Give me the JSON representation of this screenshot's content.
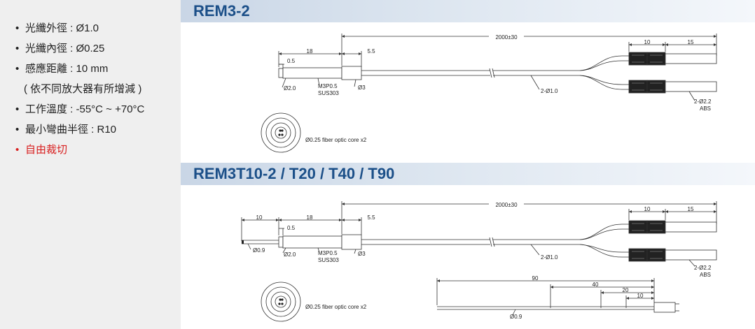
{
  "specs": [
    {
      "bullet": "•",
      "text": "光纖外徑 : Ø1.0"
    },
    {
      "bullet": "•",
      "text": "光纖內徑 : Ø0.25"
    },
    {
      "bullet": "•",
      "text": "感應距離 : 10 mm"
    },
    {
      "bullet": "",
      "text": "( 依不同放大器有所增減 )"
    },
    {
      "bullet": "•",
      "text": "工作溫度 : -55°C ~ +70°C"
    },
    {
      "bullet": "•",
      "text": "最小彎曲半徑 : R10"
    },
    {
      "bullet": "•",
      "text": "自由裁切"
    }
  ],
  "section1": {
    "title": "REM3-2",
    "dim_total": "2000±30",
    "dim_18": "18",
    "dim_5_5": "5.5",
    "dim_0_5": "0.5",
    "dim_10": "10",
    "dim_15": "15",
    "label_d2": "Ø2.0",
    "label_thread": "M3P0.5",
    "label_material": "SUS303",
    "label_d3": "Ø3",
    "label_d1": "2-Ø1.0",
    "label_d22": "2-Ø2.2",
    "label_abs": "ABS",
    "section_label": "Ø0.25 fiber optic core x2"
  },
  "section2": {
    "title": "REM3T10-2 / T20 / T40 / T90",
    "dim_total": "2000±30",
    "dim_10a": "10",
    "dim_18": "18",
    "dim_5_5": "5.5",
    "dim_0_5": "0.5",
    "dim_10": "10",
    "dim_15": "15",
    "label_d09": "Ø0.9",
    "label_d2": "Ø2.0",
    "label_thread": "M3P0.5",
    "label_material": "SUS303",
    "label_d3": "Ø3",
    "label_d1": "2-Ø1.0",
    "label_d22": "2-Ø2.2",
    "label_abs": "ABS",
    "section_label": "Ø0.25 fiber optic core x2",
    "tube_90": "90",
    "tube_40": "40",
    "tube_20": "20",
    "tube_10": "10",
    "tube_d09": "Ø0.9"
  }
}
